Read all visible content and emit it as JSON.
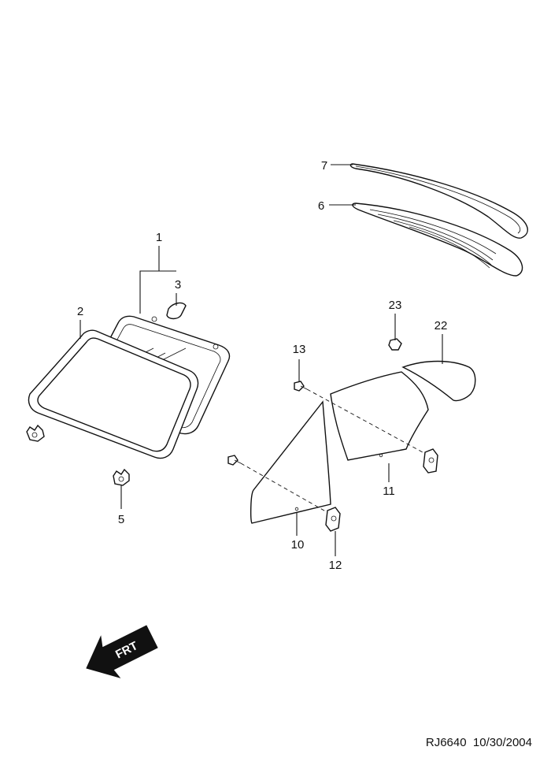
{
  "callouts": {
    "c1": "1",
    "c2": "2",
    "c3": "3",
    "c5": "5",
    "c6": "6",
    "c7": "7",
    "c10": "10",
    "c11": "11",
    "c12": "12",
    "c13": "13",
    "c22": "22",
    "c23": "23"
  },
  "arrow": {
    "label": "FRT"
  },
  "footer": {
    "code": "RJ6640",
    "date": "10/30/2004"
  }
}
